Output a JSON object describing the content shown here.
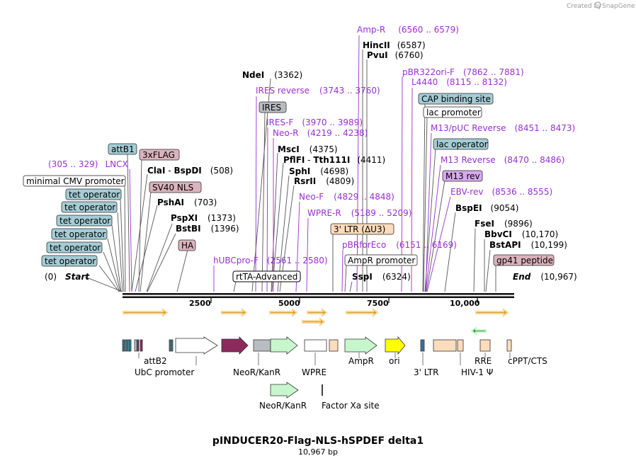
{
  "watermark": "Created by",
  "brand": "SnapGene",
  "title": "pINDUCER20-Flag-NLS-hSPDEF delta1",
  "subtitle": "10,967 bp",
  "ruler": [
    "2500",
    "5000",
    "7500",
    "10,000"
  ],
  "start": {
    "num": "(0)",
    "label": "Start"
  },
  "end": {
    "label": "End",
    "num": "(10,967)"
  },
  "enzymes": [
    {
      "name": "NdeI",
      "pos": "(3362)"
    },
    {
      "name": "HincII",
      "pos": "(6587)"
    },
    {
      "name": "PvuI",
      "pos": "(6760)"
    },
    {
      "name": "MscI",
      "pos": "(4375)"
    },
    {
      "name": "PflFI",
      "sep": " - ",
      "name2": "Tth111I",
      "pos": "(4411)"
    },
    {
      "name": "SphI",
      "pos": "(4698)"
    },
    {
      "name": "RsrII",
      "pos": "(4809)"
    },
    {
      "name": "ClaI",
      "sep": " - ",
      "name2": "BspDI",
      "pos": "(508)"
    },
    {
      "name": "PshAI",
      "pos": "(703)"
    },
    {
      "name": "PspXI",
      "pos": "(1373)"
    },
    {
      "name": "BstBI",
      "pos": "(1396)"
    },
    {
      "name": "SspI",
      "pos": "(6324)"
    },
    {
      "name": "BspEI",
      "pos": "(9054)"
    },
    {
      "name": "FseI",
      "pos": "(9896)"
    },
    {
      "name": "BbvCI",
      "pos": "(10,170)"
    },
    {
      "name": "BstAPI",
      "pos": "(10,199)"
    }
  ],
  "primers": [
    {
      "name": "Amp-R",
      "pos": "(6560 .. 6579)"
    },
    {
      "name": "pBR322ori-F",
      "pos": "(7862 .. 7881)"
    },
    {
      "name": "L4440",
      "pos": "(8115 .. 8132)"
    },
    {
      "name": "IRES reverse",
      "pos": "(3743 .. 3760)"
    },
    {
      "name": "IRES-F",
      "pos": "(3970 .. 3989)"
    },
    {
      "name": "Neo-R",
      "pos": "(4219 .. 4238)"
    },
    {
      "name": "M13/pUC Reverse",
      "pos": "(8451 .. 8473)"
    },
    {
      "name": "M13 Reverse",
      "pos": "(8470 .. 8486)"
    },
    {
      "name": "EBV-rev",
      "pos": "(8536 .. 8555)"
    },
    {
      "name": "LNCX",
      "pos": "(305 .. 329)"
    },
    {
      "name": "Neo-F",
      "pos": "(4829 .. 4848)"
    },
    {
      "name": "WPRE-R",
      "pos": "(5189 .. 5209)"
    },
    {
      "name": "pBRforEco",
      "pos": "(6151 .. 6169)"
    },
    {
      "name": "hUBCpro-F",
      "pos": "(2561 .. 2580)"
    }
  ],
  "boxed_features": [
    "IRES",
    "CAP binding site",
    "lac promoter",
    "lac operator",
    "M13 rev",
    "attB1",
    "3xFLAG",
    "minimal CMV promoter",
    "SV40 NLS",
    "tet operator",
    "tet operator",
    "tet operator",
    "tet operator",
    "tet operator",
    "tet operator",
    "3' LTR (ΔU3)",
    "HA",
    "rtTA-Advanced",
    "AmpR promoter",
    "gp41 peptide"
  ],
  "bottom_labels": [
    "attB2",
    "UbC promoter",
    "NeoR/KanR",
    "WPRE",
    "AmpR",
    "ori",
    "3' LTR",
    "RRE",
    "HIV-1 Ψ",
    "cPPT/CTS",
    "NeoR/KanR",
    "Factor Xa site"
  ],
  "colors": {
    "enzyme": "#000000",
    "primer": "#9a2fd4",
    "box_blue": "#a4cdd6",
    "box_pink": "#dbb2be",
    "box_gray": "#b9bcc1",
    "box_violet": "#d7a9ec",
    "box_peach": "#fcdcbc",
    "orange_arrow": "#d99a27",
    "maroon": "#8c2a5c",
    "green_arrow": "#c8f6cc",
    "yellow": "#ffff00"
  }
}
